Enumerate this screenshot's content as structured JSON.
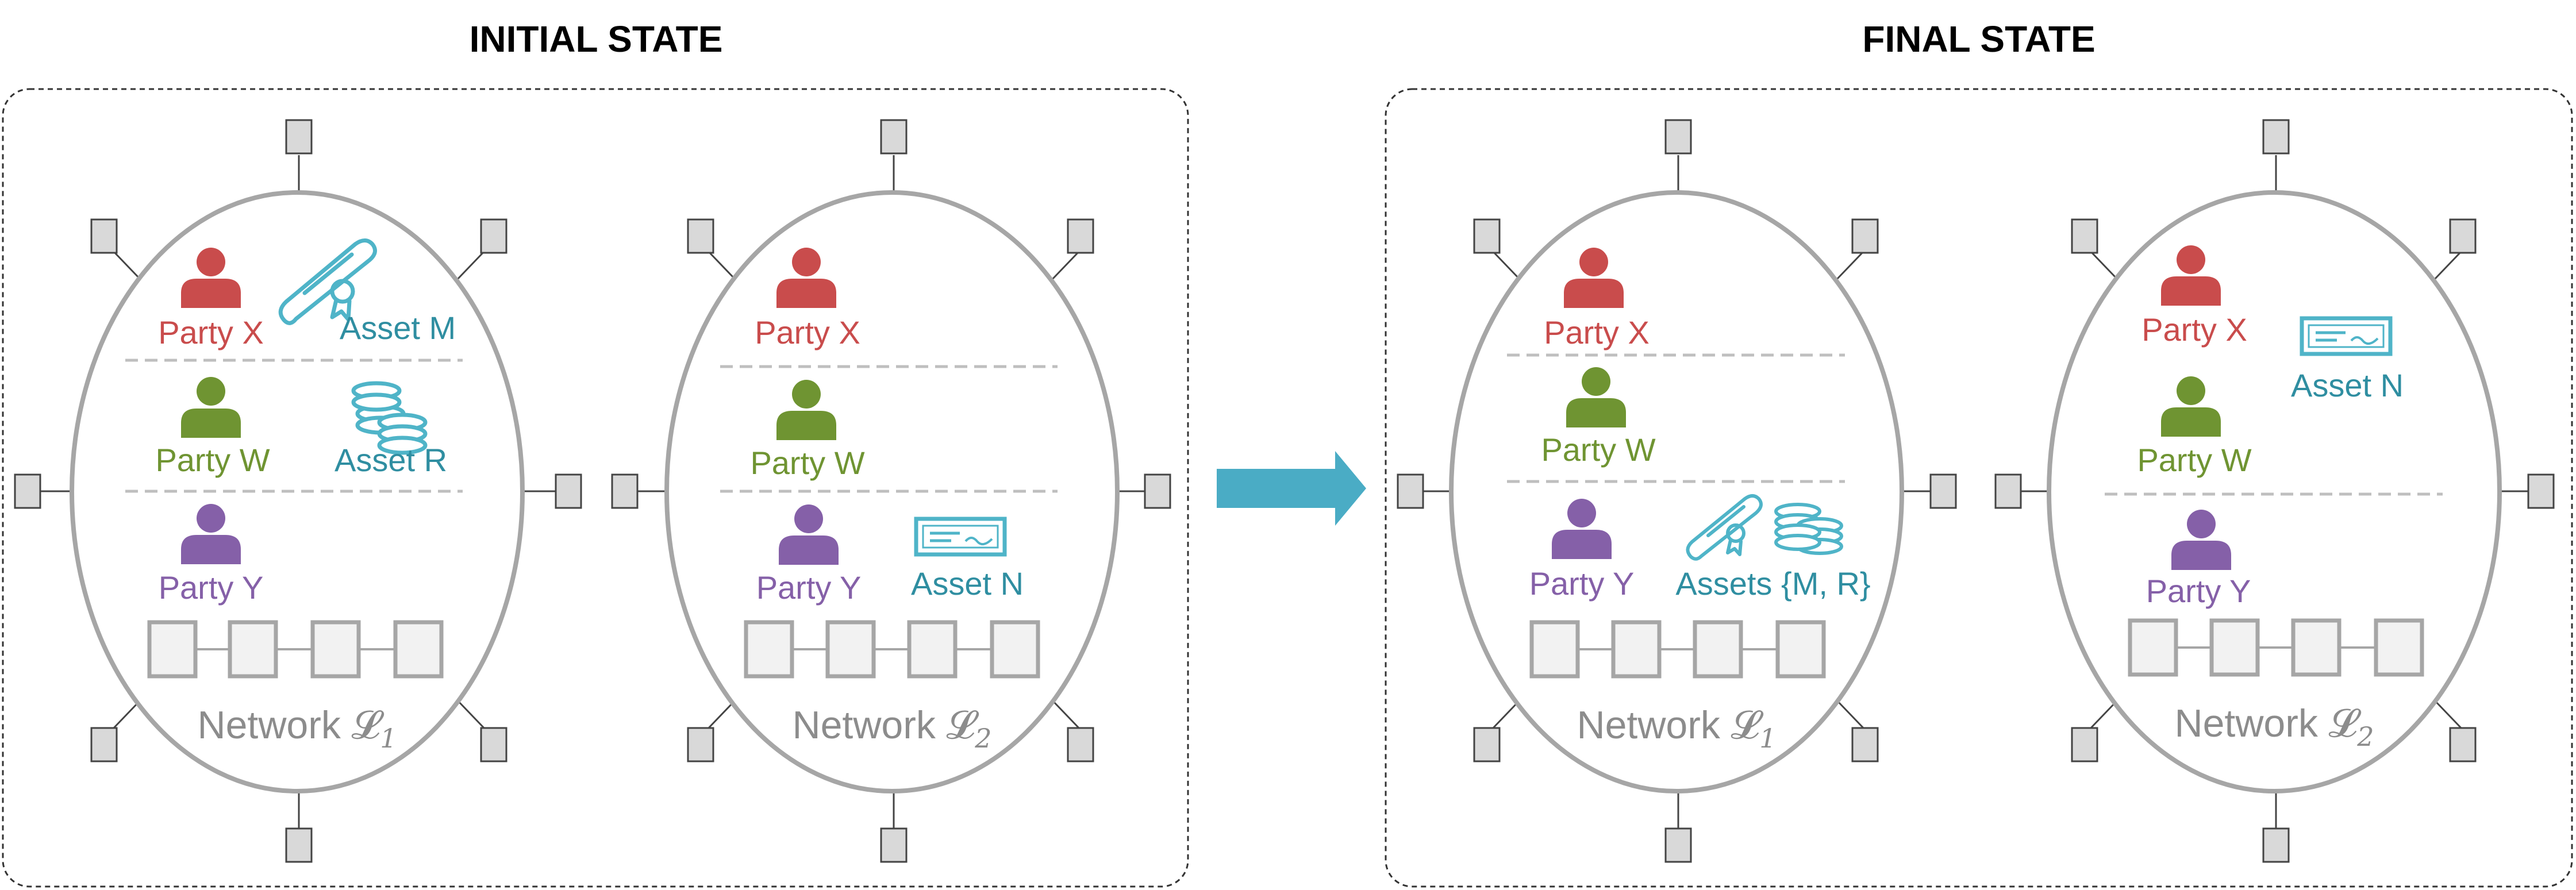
{
  "colors": {
    "party_x": "#c94c4c",
    "party_w": "#6f9432",
    "party_y": "#8560a8",
    "asset": "#4fb4c8",
    "asset_text": "#2f8ea1",
    "arrow": "#4aacc5",
    "network_gray": "#a6a6a6",
    "ledger_block_fill": "#f2f2f2"
  },
  "panels": [
    {
      "title": "INITIAL STATE",
      "networks": [
        {
          "name": "Network 𝓛",
          "subscript": "1",
          "rows": [
            {
              "party": "Party X",
              "party_color": "party_x",
              "asset": {
                "label": "Asset M",
                "icon": "diploma-scroll-icon"
              }
            },
            {
              "party": "Party W",
              "party_color": "party_w",
              "asset": {
                "label": "Asset R",
                "icon": "coin-stack-icon"
              }
            },
            {
              "party": "Party Y",
              "party_color": "party_y",
              "asset": null
            }
          ]
        },
        {
          "name": "Network 𝓛",
          "subscript": "2",
          "rows": [
            {
              "party": "Party X",
              "party_color": "party_x",
              "asset": null
            },
            {
              "party": "Party W",
              "party_color": "party_w",
              "asset": null
            },
            {
              "party": "Party Y",
              "party_color": "party_y",
              "asset": {
                "label": "Asset N",
                "icon": "bank-check-icon"
              }
            }
          ]
        }
      ]
    },
    {
      "title": "FINAL STATE",
      "networks": [
        {
          "name": "Network 𝓛",
          "subscript": "1",
          "rows": [
            {
              "party": "Party X",
              "party_color": "party_x",
              "asset": null
            },
            {
              "party": "Party W",
              "party_color": "party_w",
              "asset": null
            },
            {
              "party": "Party Y",
              "party_color": "party_y",
              "asset": {
                "label": "Assets {M, R}",
                "icon": "diploma-and-coins-icon"
              }
            }
          ]
        },
        {
          "name": "Network 𝓛",
          "subscript": "2",
          "rows": [
            {
              "party": "Party X",
              "party_color": "party_x",
              "asset": {
                "label": "Asset N",
                "icon": "bank-check-icon"
              }
            },
            {
              "party": "Party W",
              "party_color": "party_w",
              "asset": null
            },
            {
              "party": "Party Y",
              "party_color": "party_y",
              "asset": null
            }
          ]
        }
      ]
    }
  ],
  "transition_icon": "right-arrow-icon"
}
